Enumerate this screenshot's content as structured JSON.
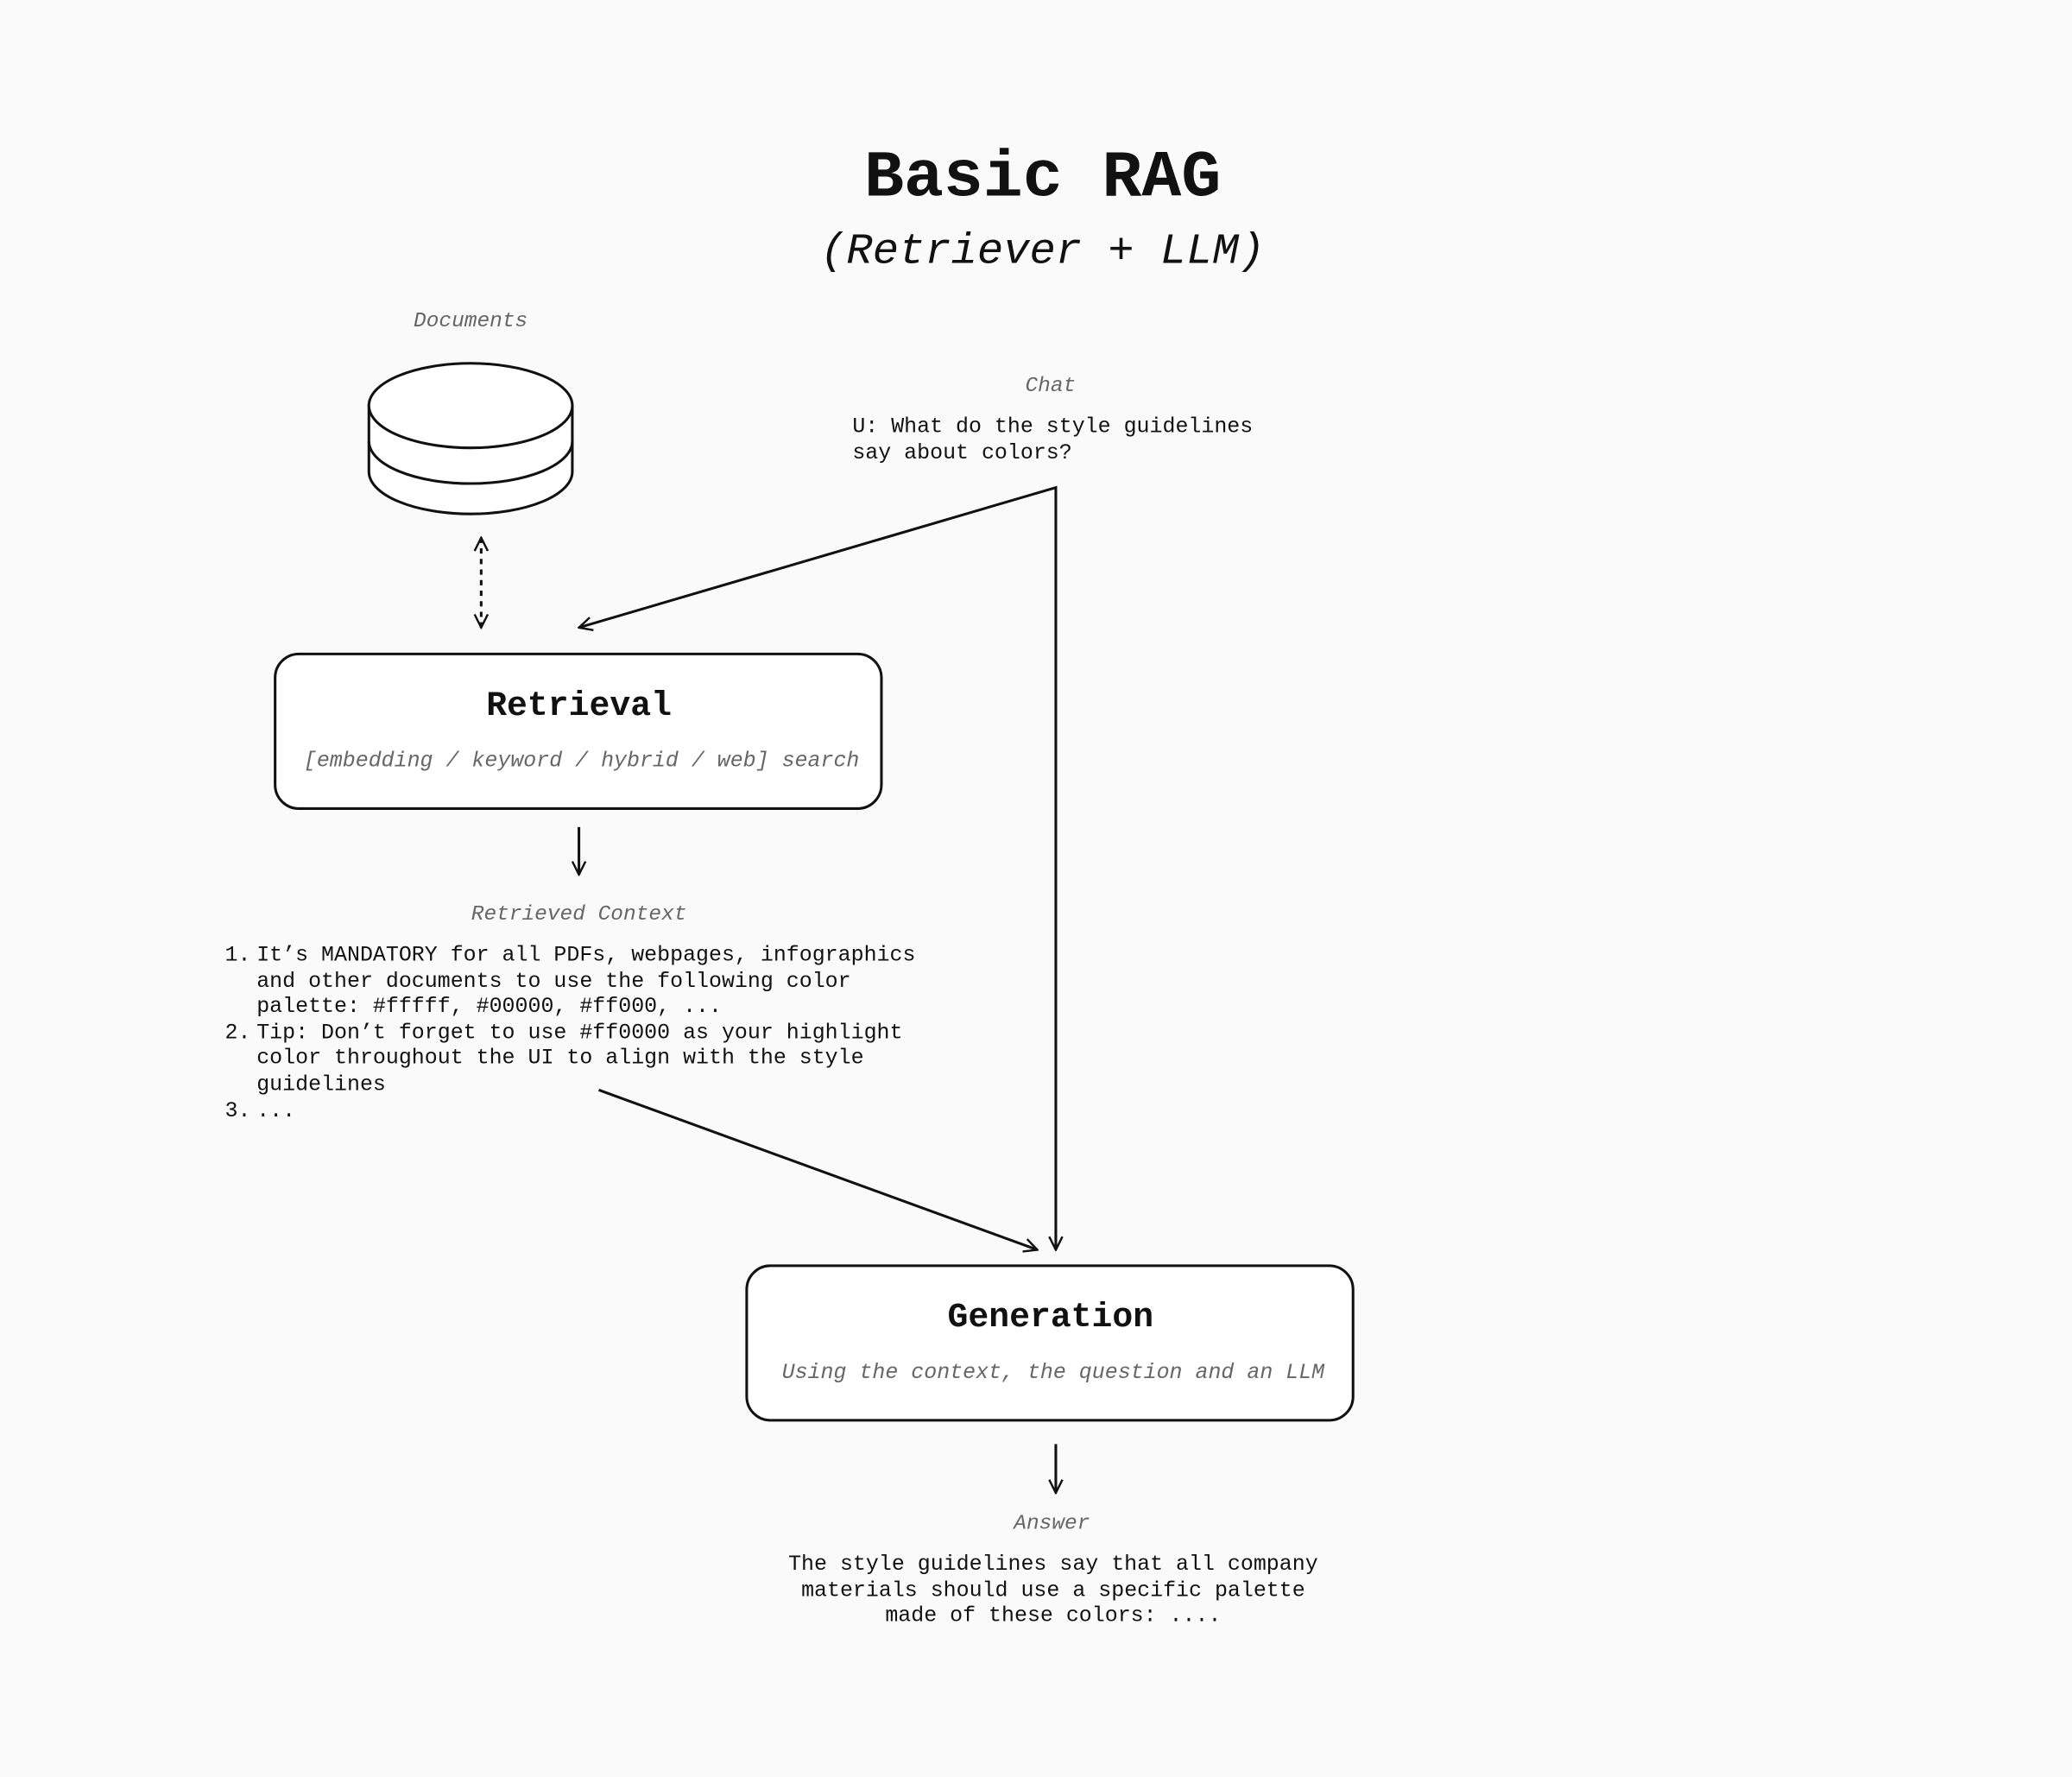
{
  "title": "Basic RAG",
  "subtitle": "(Retriever + LLM)",
  "documents": {
    "label": "Documents",
    "icon": "database-icon"
  },
  "chat": {
    "label": "Chat",
    "lines": [
      "U: What do the style guidelines",
      "say about colors?"
    ]
  },
  "retrieval": {
    "title": "Retrieval",
    "subtitle": "[embedding / keyword / hybrid / web] search"
  },
  "retrieved_context": {
    "label": "Retrieved Context",
    "items": [
      {
        "num": "1.",
        "lines": [
          "It’s MANDATORY for all PDFs, webpages, infographics",
          "and other documents to use the following color",
          "palette: #fffff, #00000, #ff000, ..."
        ]
      },
      {
        "num": "2.",
        "lines": [
          "Tip: Don’t forget to use #ff0000 as your highlight",
          "color throughout the UI to align with the style",
          "guidelines"
        ]
      },
      {
        "num": "3.",
        "lines": [
          "..."
        ]
      }
    ]
  },
  "generation": {
    "title": "Generation",
    "subtitle": "Using the context, the question and an LLM"
  },
  "answer": {
    "label": "Answer",
    "lines": [
      "The style guidelines say that all company",
      "materials should use a specific palette",
      "made of these colors: ...."
    ]
  }
}
